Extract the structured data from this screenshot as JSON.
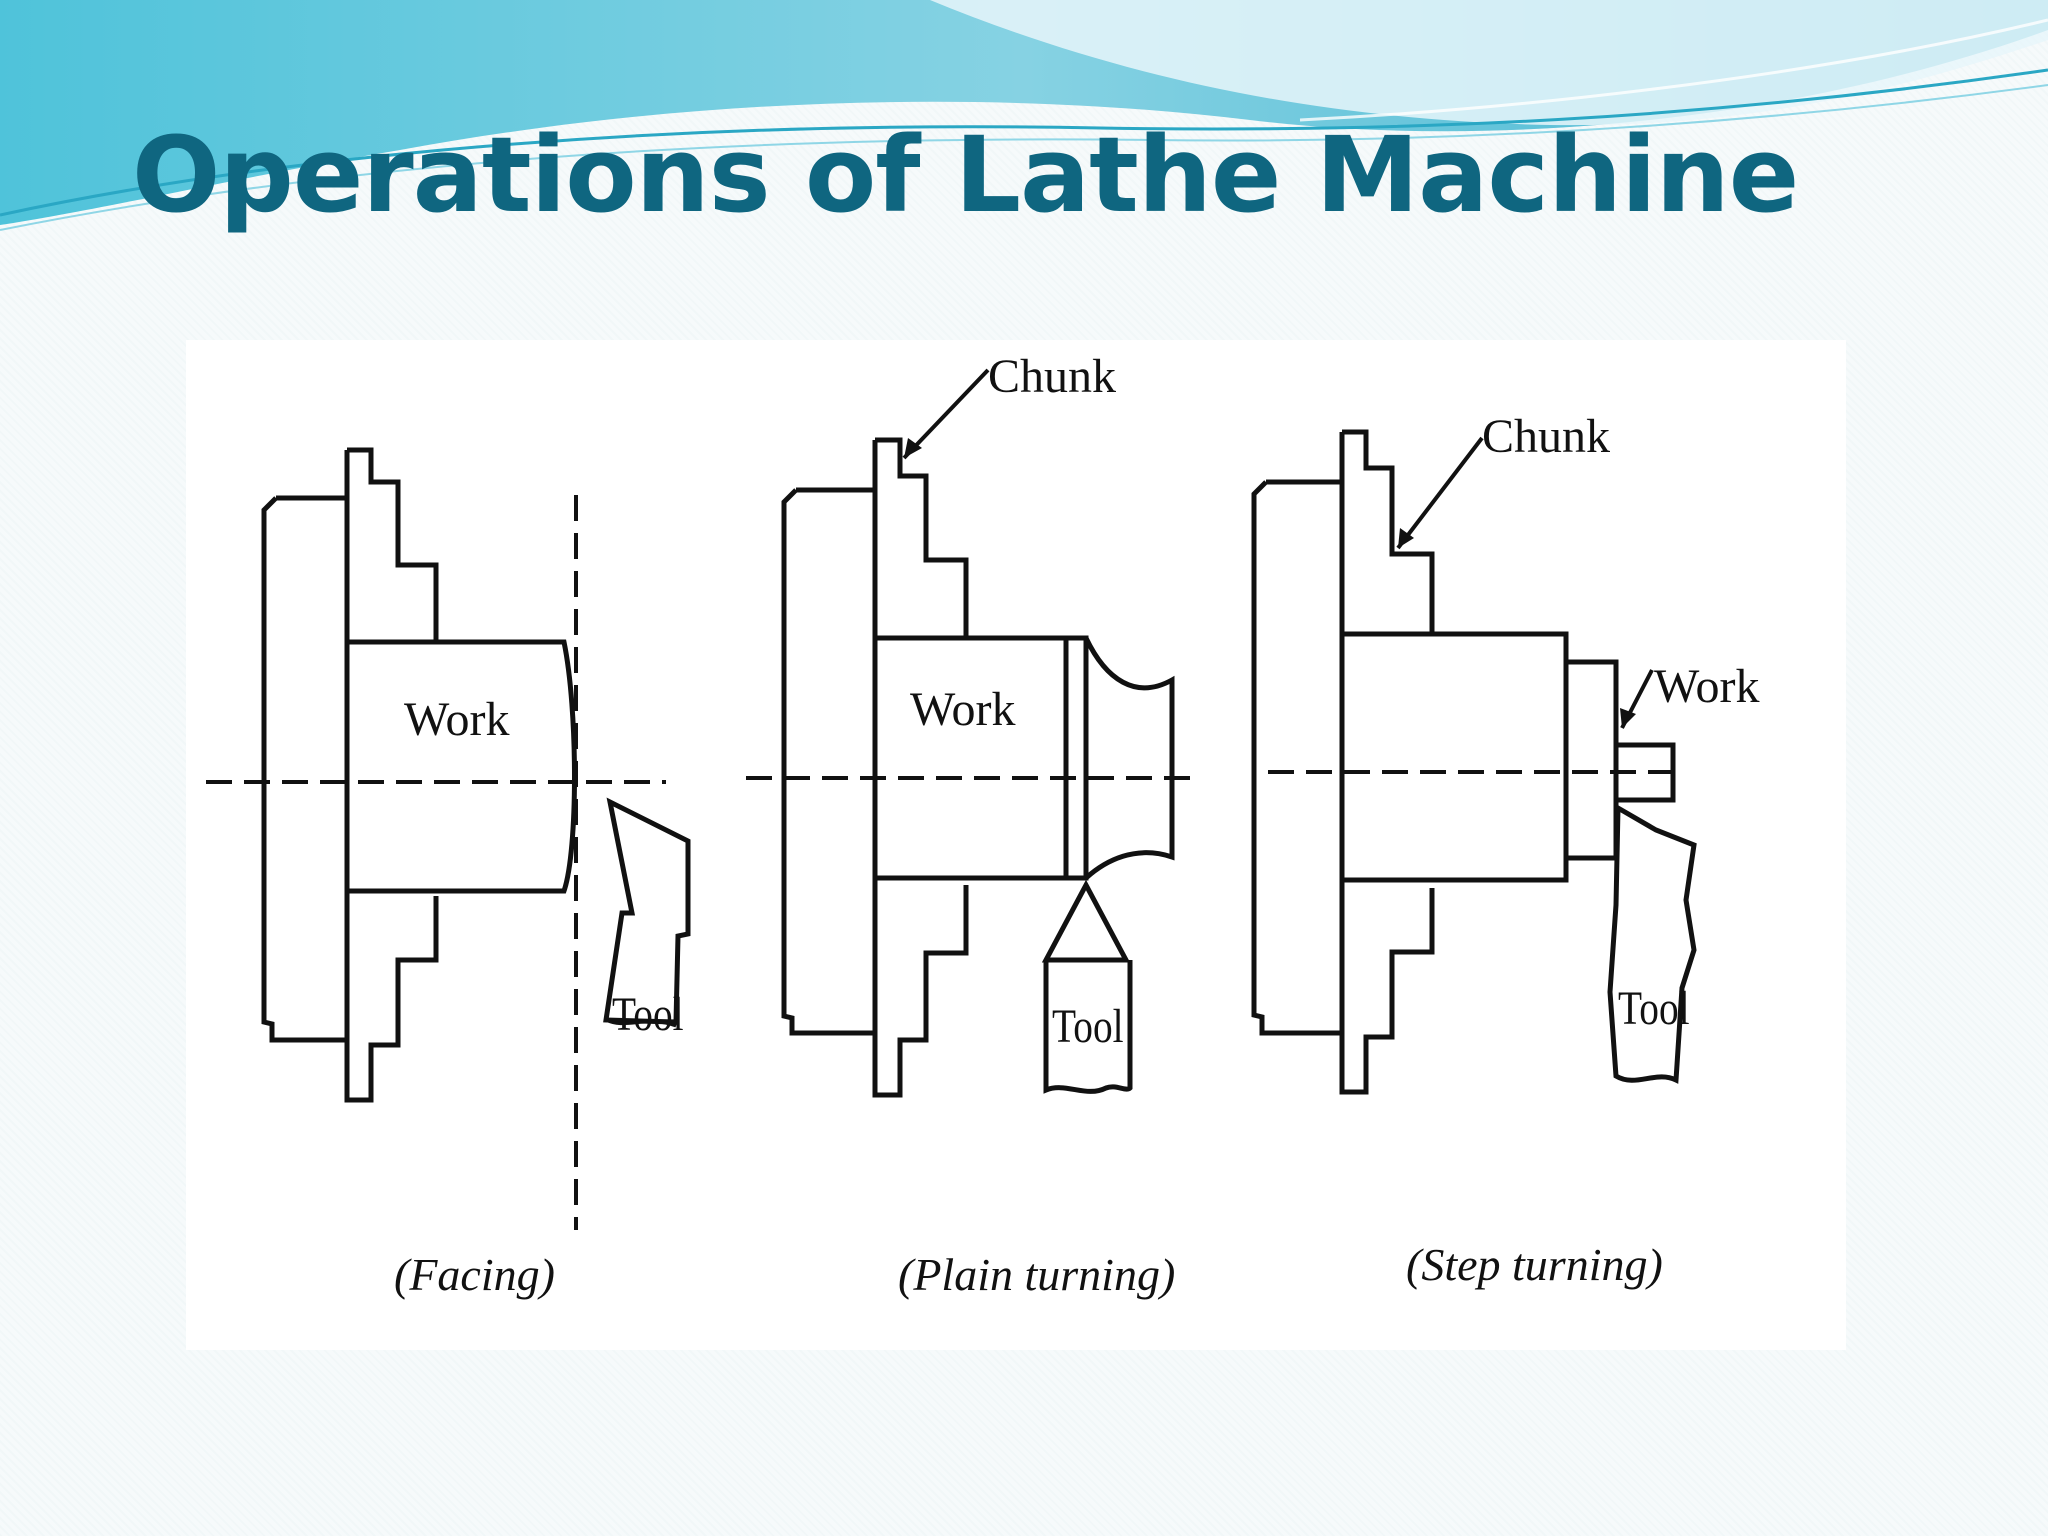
{
  "slide": {
    "title": "Operations of Lathe Machine"
  },
  "theme": {
    "title_color": "#0f6680",
    "wave_colors": [
      "#5ec7dc",
      "#3fb4cf",
      "#9ad8e6"
    ],
    "line_color": "#111111"
  },
  "figure": {
    "panels": [
      {
        "labels": {
          "work": "Work",
          "tool": "Tool"
        },
        "caption": "(Facing)"
      },
      {
        "labels": {
          "chuck": "Chunk",
          "work": "Work",
          "tool": "Tool"
        },
        "caption": "(Plain turning)"
      },
      {
        "labels": {
          "chuck": "Chunk",
          "work": "Work",
          "tool": "Tool"
        },
        "caption": "(Step turning)"
      }
    ]
  }
}
